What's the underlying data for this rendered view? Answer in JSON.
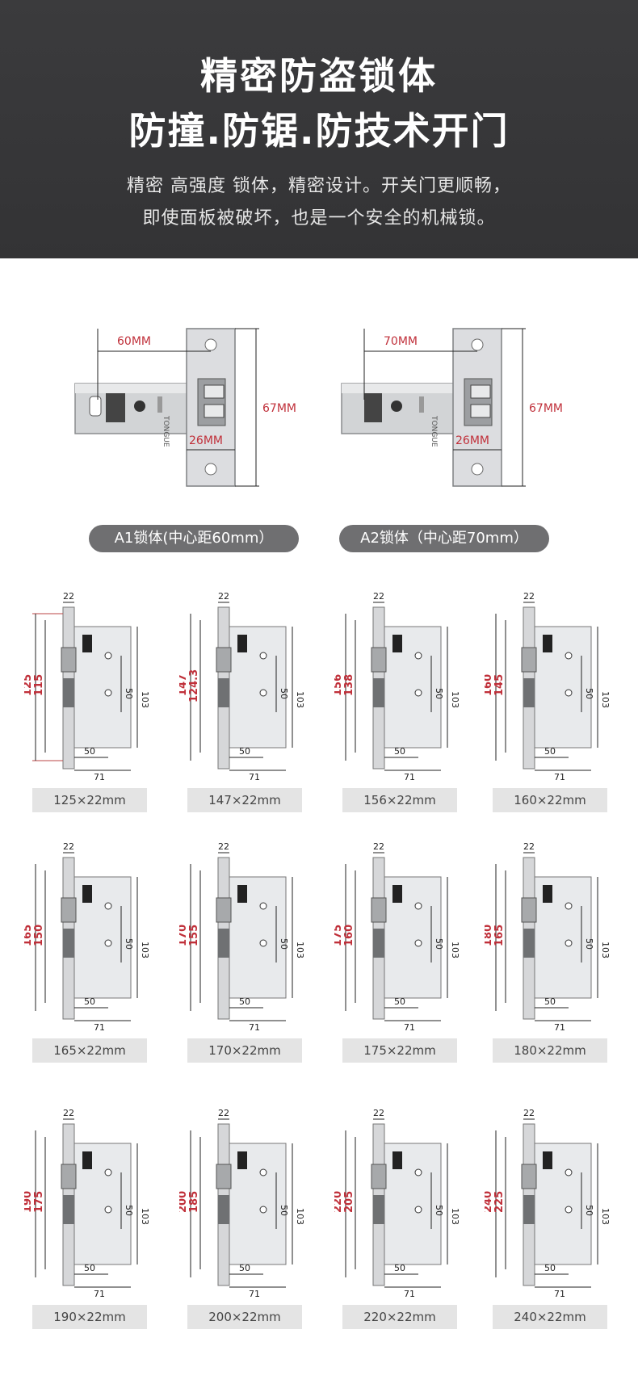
{
  "header": {
    "title_line1": "精密防盗锁体",
    "title_line2": "防撞.防锯.防技术开门",
    "desc_line1": "精密  高强度 锁体，精密设计。开关门更顺畅，",
    "desc_line2": "即使面板被破坏，也是一个安全的机械锁。"
  },
  "locks": [
    {
      "name": "A1锁体(中心距60mm）",
      "center_distance": "60MM",
      "faceplate_width": "26MM",
      "height": "67MM",
      "stamp": "TONGUE"
    },
    {
      "name": "A2锁体（中心距70mm）",
      "center_distance": "70MM",
      "faceplate_width": "26MM",
      "height": "67MM",
      "stamp": "TONGUE"
    }
  ],
  "colors": {
    "banner": "#363638",
    "pill": "#6f6f71",
    "dimension_red": "#c0303a",
    "caption_bg": "#e4e4e4"
  },
  "common_dims": {
    "width": "22",
    "height": "103",
    "center": "50",
    "backset": "71"
  },
  "models": [
    {
      "size": "125×22mm",
      "total": "125",
      "inner": "115"
    },
    {
      "size": "147×22mm",
      "total": "147",
      "inner": "124.3"
    },
    {
      "size": "156×22mm",
      "total": "156",
      "inner": "138"
    },
    {
      "size": "160×22mm",
      "total": "160",
      "inner": "145"
    },
    {
      "size": "165×22mm",
      "total": "165",
      "inner": "150"
    },
    {
      "size": "170×22mm",
      "total": "170",
      "inner": "155"
    },
    {
      "size": "175×22mm",
      "total": "175",
      "inner": "160"
    },
    {
      "size": "180×22mm",
      "total": "180",
      "inner": "165"
    },
    {
      "size": "190×22mm",
      "total": "190",
      "inner": "175"
    },
    {
      "size": "200×22mm",
      "total": "200",
      "inner": "185"
    },
    {
      "size": "220×22mm",
      "total": "220",
      "inner": "205"
    },
    {
      "size": "240×22mm",
      "total": "240",
      "inner": "225"
    }
  ]
}
